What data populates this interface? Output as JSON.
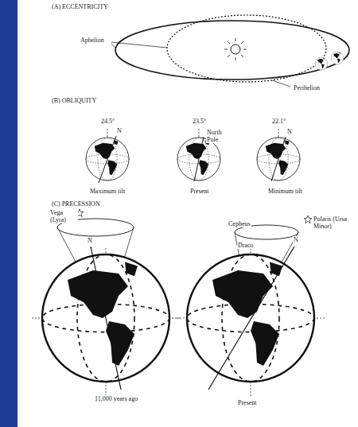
{
  "diagram": {
    "labels": [
      "(A) ECCENTRICITY",
      "Aphelion",
      "Perihelion",
      "(B) OBLIQUITY",
      "24.5°",
      "N",
      "23.5°",
      "North Pole",
      "22.1°",
      "N",
      "Maximum tilt",
      "Present",
      "Minimum tilt",
      "(C) PRECESSION",
      "Vega (Lyra)",
      "N",
      "Cepheus",
      "Draco",
      "Polaris (Ursa Minor)",
      "N",
      "11,000 years ago",
      "Present"
    ]
  }
}
